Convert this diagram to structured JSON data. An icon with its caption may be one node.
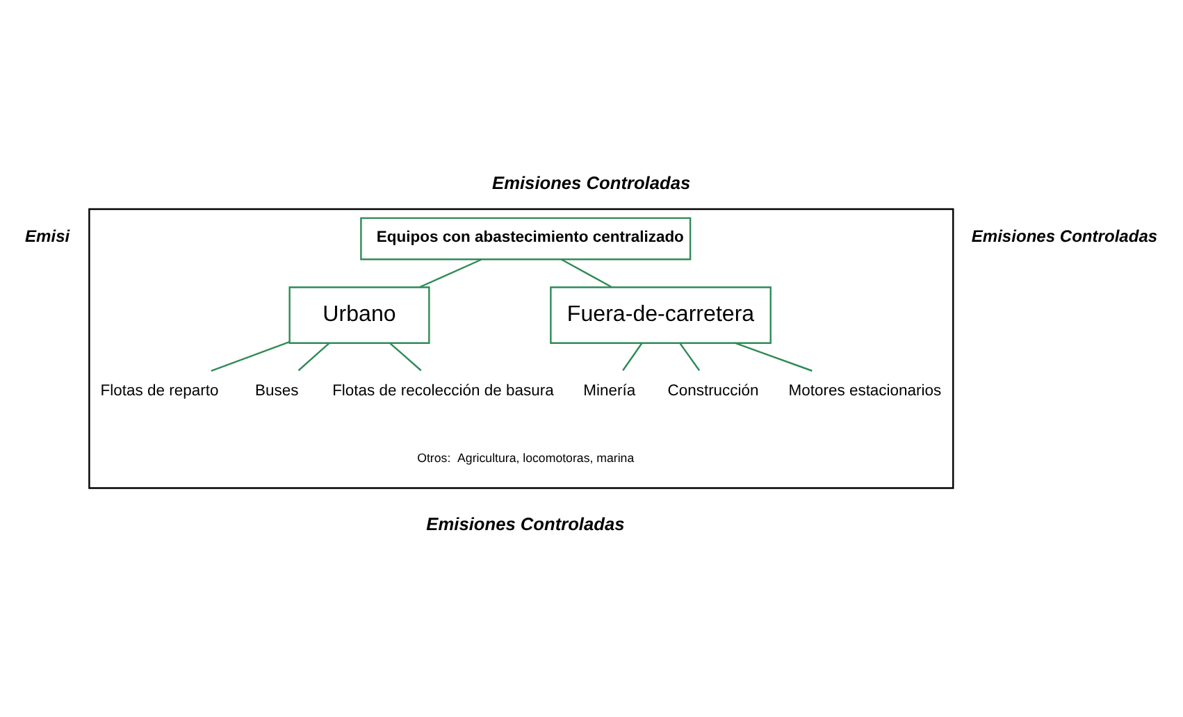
{
  "diagram": {
    "title": "Emisiones Controladas",
    "caption": "Emisiones Controladas",
    "nodes": [
      {
        "text": [],
        "shape": "box"
      },
      {
        "text": [
          "Equipos con abastecimiento centralizado"
        ],
        "in": 0
      },
      {
        "text": [
          "Urbano"
        ],
        "in": 0
      },
      {
        "text": [
          "Fuera-de-carretera"
        ],
        "in": 0
      },
      {
        "text": [
          "Flotas de reparto"
        ],
        "in": 0
      },
      {
        "text": [
          "Buses"
        ],
        "in": 0
      },
      {
        "text": [
          "Flotas de recolección de basura"
        ],
        "in": 0
      },
      {
        "text": [
          "Minería"
        ],
        "in": 0
      },
      {
        "text": [
          "Construcción"
        ],
        "in": 0
      },
      {
        "text": [
          "Motores estacionarios"
        ],
        "in": 0
      }
    ],
    "edges": [
      {
        "from": 1,
        "to": 2,
        "arrow": "none"
      },
      {
        "from": 1,
        "to": 3,
        "arrow": "none"
      },
      {
        "from": 2,
        "to": 4,
        "arrow": "none"
      },
      {
        "from": 2,
        "to": 5,
        "arrow": "none"
      },
      {
        "from": 2,
        "to": 6,
        "arrow": "none"
      },
      {
        "from": 3,
        "to": 7,
        "arrow": "none"
      },
      {
        "from": 3,
        "to": 8,
        "arrow": "none"
      },
      {
        "from": 3,
        "to": 9,
        "arrow": "none"
      }
    ],
    "labels": [
      "Emisi",
      "Emisiones Controladas",
      "Otros:  Agricultura, locomotoras, marina"
    ]
  }
}
